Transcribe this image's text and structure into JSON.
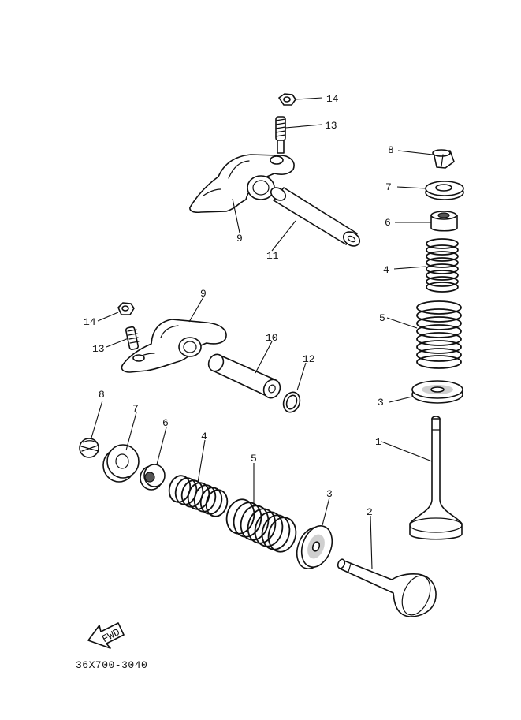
{
  "diagram_code": "36X700-3040",
  "fwd_label": "FWD",
  "callouts": {
    "upper_nut": "14",
    "upper_adjuster": "13",
    "upper_rocker_arm": "9",
    "upper_rocker_shaft": "11",
    "right_valve_cotter": "8",
    "right_spring_retainer": "7",
    "right_valve_seal": "6",
    "right_inner_spring": "4",
    "right_outer_spring": "5",
    "right_spring_seat": "3",
    "right_valve": "1",
    "lower_rocker_arm": "9",
    "lower_nut": "14",
    "lower_adjuster": "13",
    "lower_rocker_shaft": "10",
    "o_ring": "12",
    "left_valve_cotter": "8",
    "left_spring_retainer": "7",
    "left_valve_seal": "6",
    "left_inner_spring": "4",
    "left_outer_spring": "5",
    "left_spring_seat": "3",
    "left_valve": "2"
  }
}
